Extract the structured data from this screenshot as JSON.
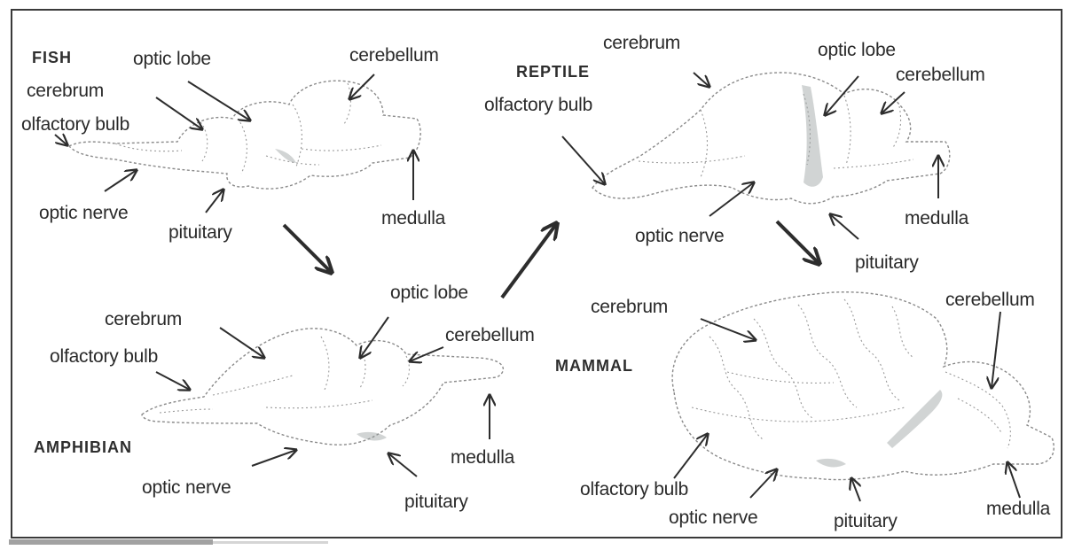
{
  "panels": {
    "fish": {
      "title": "FISH",
      "labels": {
        "optic_lobe": "optic lobe",
        "cerebellum": "cerebellum",
        "cerebrum": "cerebrum",
        "olfactory_bulb": "olfactory bulb",
        "optic_nerve": "optic nerve",
        "pituitary": "pituitary",
        "medulla": "medulla"
      }
    },
    "reptile": {
      "title": "REPTILE",
      "labels": {
        "cerebrum": "cerebrum",
        "optic_lobe": "optic lobe",
        "cerebellum": "cerebellum",
        "olfactory_bulb": "olfactory bulb",
        "optic_nerve": "optic nerve",
        "pituitary": "pituitary",
        "medulla": "medulla"
      }
    },
    "amphibian": {
      "title": "AMPHIBIAN",
      "labels": {
        "optic_lobe": "optic lobe",
        "cerebrum": "cerebrum",
        "cerebellum": "cerebellum",
        "olfactory_bulb": "olfactory bulb",
        "medulla": "medulla",
        "optic_nerve": "optic nerve",
        "pituitary": "pituitary"
      }
    },
    "mammal": {
      "title": "MAMMAL",
      "labels": {
        "cerebrum": "cerebrum",
        "cerebellum": "cerebellum",
        "olfactory_bulb": "olfactory bulb",
        "optic_nerve": "optic nerve",
        "pituitary": "pituitary",
        "medulla": "medulla"
      }
    }
  },
  "colors": {
    "ink": "#2a2a2a",
    "sketch": "#8a8a8a",
    "background": "#ffffff"
  }
}
